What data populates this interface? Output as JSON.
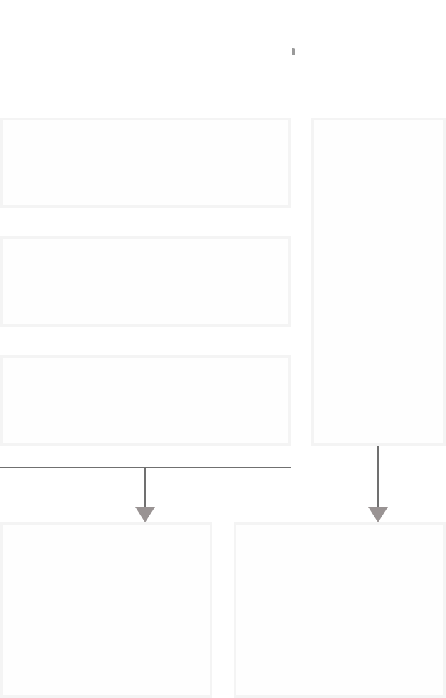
{
  "diagram": {
    "type": "flow",
    "colors": {
      "box_border": "#f4f4f4",
      "box_fill": "#fefefe",
      "connector": "#707070",
      "arrowhead": "#999393"
    },
    "nodes": [
      {
        "id": "left-box-1",
        "label": ""
      },
      {
        "id": "left-box-2",
        "label": ""
      },
      {
        "id": "left-box-3",
        "label": ""
      },
      {
        "id": "right-tall-box",
        "label": ""
      },
      {
        "id": "bottom-left-box",
        "label": ""
      },
      {
        "id": "bottom-right-box",
        "label": ""
      }
    ],
    "edges": [
      {
        "from": [
          "left-box-1",
          "left-box-2",
          "left-box-3"
        ],
        "to": "bottom-left-box"
      },
      {
        "from": "right-tall-box",
        "to": "bottom-right-box"
      }
    ]
  }
}
